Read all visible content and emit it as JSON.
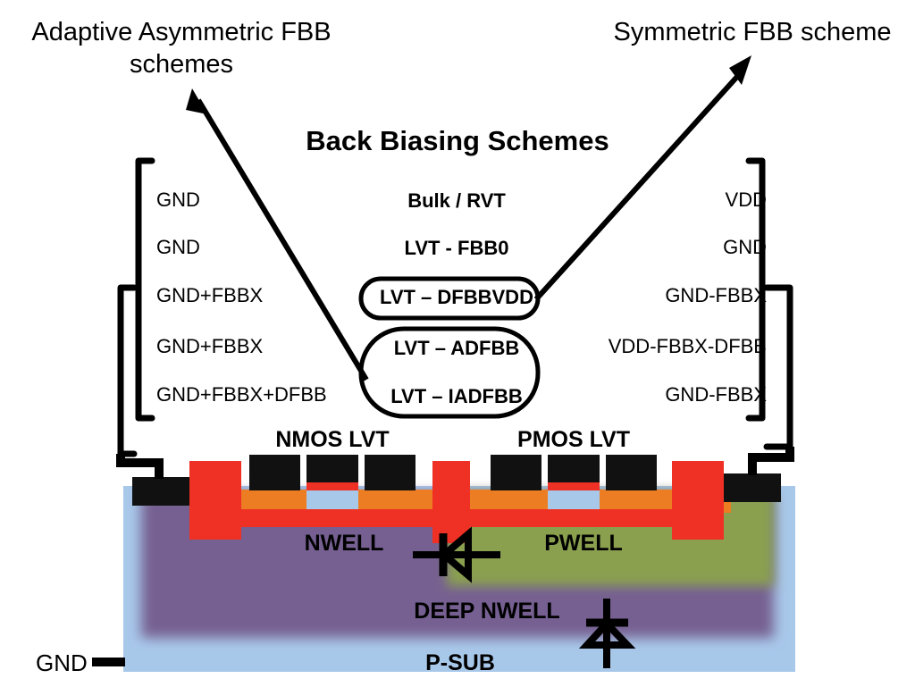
{
  "callouts": {
    "left": "Adaptive Asymmetric FBB\nschemes",
    "right": "Symmetric FBB scheme"
  },
  "title": "Back Biasing Schemes",
  "table": {
    "rows": [
      {
        "left": "GND",
        "mid": "Bulk / RVT",
        "right": "VDD"
      },
      {
        "left": "GND",
        "mid": "LVT - FBB0",
        "right": "GND"
      },
      {
        "left": "GND+FBBX",
        "mid": "LVT – DFBBVDD",
        "right": "GND-FBBX"
      },
      {
        "left": "GND+FBBX",
        "mid": "LVT – ADFBB",
        "right": "VDD-FBBX-DFBB"
      },
      {
        "left": "GND+FBBX+DFBB",
        "mid": "LVT – IADFBB",
        "right": "GND-FBBX"
      }
    ]
  },
  "cross_section": {
    "nmos_label": "NMOS LVT",
    "pmos_label": "PMOS LVT",
    "nwell_label": "NWELL",
    "pwell_label": "PWELL",
    "deep_nwell_label": "DEEP NWELL",
    "psub_label": "P-SUB",
    "gnd_terminal": "GND"
  },
  "colors": {
    "psub": "#a8c8ea",
    "deep_nwell": "#766091",
    "nwell": "#766091",
    "pwell": "#8aa04f",
    "metal_red": "#ee3124",
    "oxide_orange": "#ed7d22",
    "channel_blue": "#a8c8ea",
    "contact_black": "#111111",
    "outline": "#000000"
  }
}
